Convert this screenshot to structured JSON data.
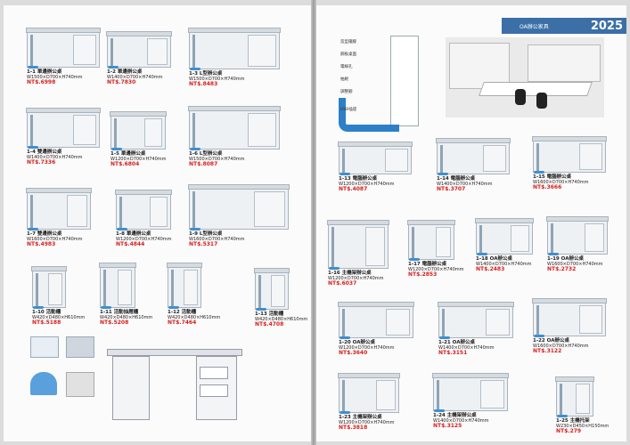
{
  "header": {
    "subtitle": "OA辦公家具",
    "year": "2025"
  },
  "left_items": [
    {
      "title": "1-1 單邊辦公桌",
      "spec": "W1500×D700×H740mm",
      "price": "NT$.6998"
    },
    {
      "title": "1-2 單邊辦公桌",
      "spec": "W1400×D700×H740mm",
      "price": "NT$.7830"
    },
    {
      "title": "1-3 L型辦公桌",
      "spec": "W1500×D700×H740mm",
      "price": "NT$.8483"
    },
    {
      "title": "1-4 雙邊辦公桌",
      "spec": "W1400×D700×H740mm",
      "price": "NT$.7336"
    },
    {
      "title": "1-5 單邊辦公桌",
      "spec": "W1200×D700×H740mm",
      "price": "NT$.6804"
    },
    {
      "title": "1-6 L型辦公桌",
      "spec": "W1500×D700×H740mm",
      "price": "NT$.8087"
    },
    {
      "title": "1-7 雙邊辦公桌",
      "spec": "W1600×D700×H740mm",
      "price": "NT$.4983"
    },
    {
      "title": "1-8 單邊辦公桌",
      "spec": "W1200×D700×H740mm",
      "price": "NT$.4844"
    },
    {
      "title": "1-9 L型辦公桌",
      "spec": "W1600×D700×H740mm",
      "price": "NT$.5317"
    },
    {
      "title": "1-10 活動櫃",
      "spec": "W420×D480×H610mm",
      "price": "NT$.5188"
    },
    {
      "title": "1-11 活動抽屜櫃",
      "spec": "W420×D480×H610mm",
      "price": "NT$.5208"
    },
    {
      "title": "1-12 活動櫃",
      "spec": "W420×D480×H610mm",
      "price": "NT$.7464"
    },
    {
      "title": "1-13 活動櫃",
      "spec": "W420×D480×H610mm",
      "price": "NT$.4708"
    }
  ],
  "right_items": [
    {
      "title": "1-13 電腦辦公桌",
      "spec": "W1200×D700×H740mm",
      "price": "NT$.4087"
    },
    {
      "title": "1-14 電腦辦公桌",
      "spec": "W1400×D700×H740mm",
      "price": "NT$.3707"
    },
    {
      "title": "1-15 電腦辦公桌",
      "spec": "W1600×D700×H740mm",
      "price": "NT$.3666"
    },
    {
      "title": "1-16 主機架辦公桌",
      "spec": "W1200×D700×H740mm",
      "price": "NT$.6037"
    },
    {
      "title": "1-17 電腦辦公桌",
      "spec": "W1200×D700×H740mm",
      "price": "NT$.2853"
    },
    {
      "title": "1-18 OA辦公桌",
      "spec": "W1400×D700×H740mm",
      "price": "NT$.2483"
    },
    {
      "title": "1-19 OA辦公桌",
      "spec": "W1600×D700×H740mm",
      "price": "NT$.2732"
    },
    {
      "title": "1-20 OA辦公桌",
      "spec": "W1200×D700×H740mm",
      "price": "NT$.3640"
    },
    {
      "title": "1-21 OA辦公桌",
      "spec": "W1400×D700×H740mm",
      "price": "NT$.3151"
    },
    {
      "title": "1-22 OA辦公桌",
      "spec": "W1600×D700×H740mm",
      "price": "NT$.3122"
    },
    {
      "title": "1-23 主機架辦公桌",
      "spec": "W1200×D700×H740mm",
      "price": "NT$.3818"
    },
    {
      "title": "1-24 主機架辦公桌",
      "spec": "W1400×D700×H740mm",
      "price": "NT$.3125"
    },
    {
      "title": "1-25 主機托架",
      "spec": "W230×D450×H150mm",
      "price": "NT$.279"
    }
  ],
  "callouts": [
    "造型鐵腳",
    "鋼板桌面",
    "電線孔",
    "抽屜",
    "調整腳",
    "USB插座"
  ]
}
